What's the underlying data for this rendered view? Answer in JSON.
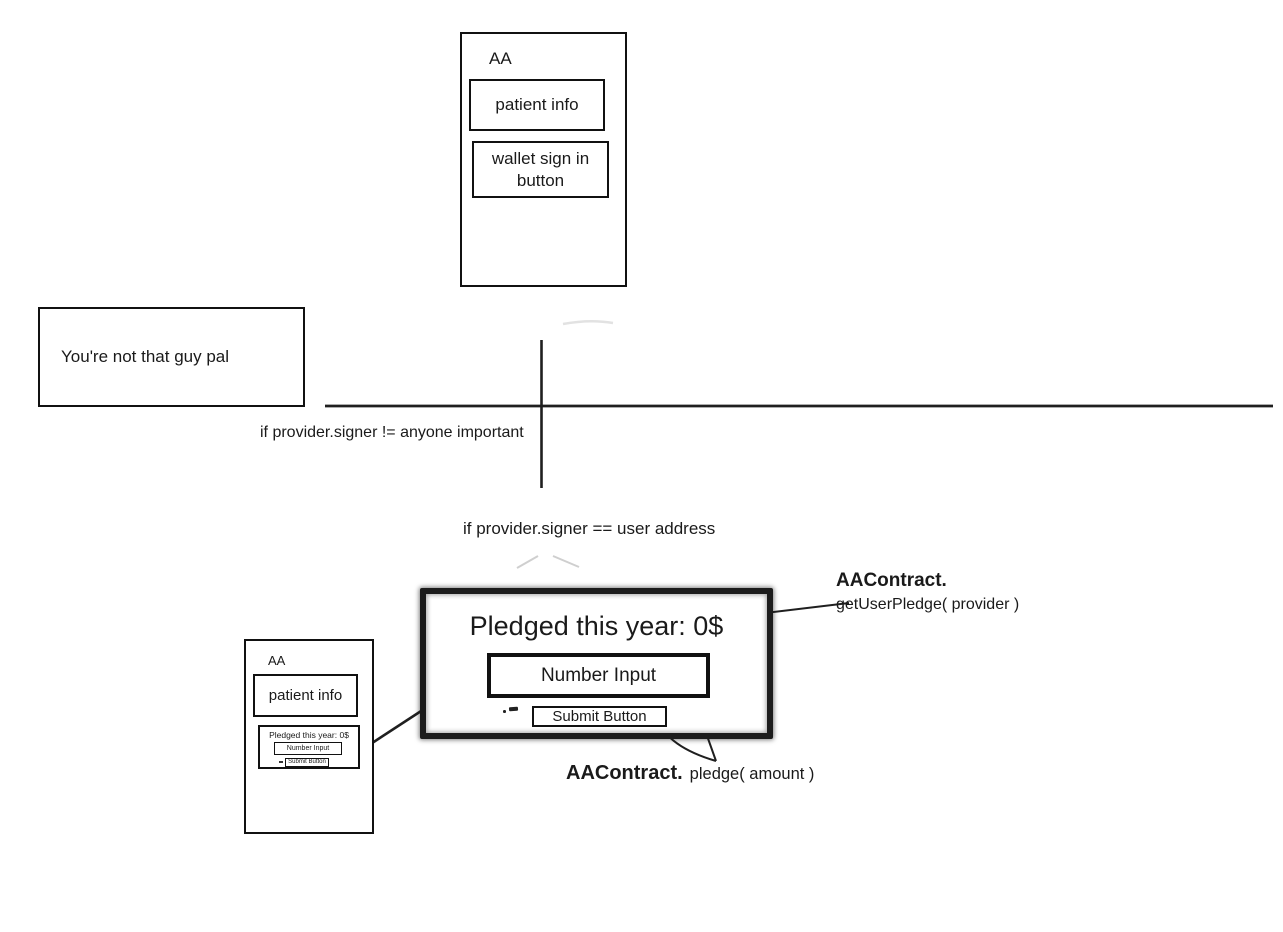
{
  "diagram": {
    "top_wireframe": {
      "app_label": "AA",
      "patient_info_label": "patient info",
      "wallet_button_label": "wallet sign in button"
    },
    "error_note": {
      "text": "You're not that guy pal"
    },
    "branch_labels": {
      "not_important": "if provider.signer != anyone important",
      "user_address": "if provider.signer == user address"
    },
    "pledge_panel": {
      "title": "Pledged this year: 0$",
      "number_input_label": "Number Input",
      "submit_button_label": "Submit Button"
    },
    "mini_wireframe": {
      "app_label": "AA",
      "patient_info_label": "patient info",
      "pledge_title": "Pledged this year: 0$",
      "number_input_label": "Number Input",
      "submit_button_label": "Submit Button"
    },
    "callouts": {
      "get_user_pledge": {
        "contract": "AAContract.",
        "method": "getUserPledge( provider )"
      },
      "pledge": {
        "contract": "AAContract.",
        "method": "pledge( amount )"
      }
    },
    "colors": {
      "ink": "#1a1a1a",
      "background": "#ffffff",
      "faint_sketch": "#cccccc"
    }
  }
}
